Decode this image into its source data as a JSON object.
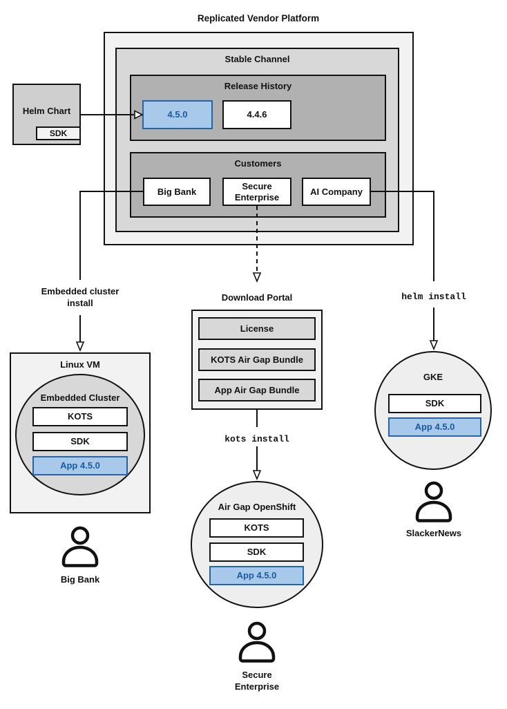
{
  "title": "Replicated Vendor Platform",
  "platform": {
    "channel_label": "Stable Channel",
    "release_history": {
      "label": "Release History",
      "releases": [
        {
          "version": "4.5.0",
          "highlighted": true
        },
        {
          "version": "4.4.6",
          "highlighted": false
        }
      ]
    },
    "customers": {
      "label": "Customers",
      "items": [
        {
          "name": "Big Bank"
        },
        {
          "name": "Secure Enterprise"
        },
        {
          "name": "AI Company"
        }
      ]
    }
  },
  "helm_chart": {
    "label": "Helm Chart",
    "sdk_label": "SDK"
  },
  "branches": {
    "embedded": {
      "install_label": "Embedded cluster install",
      "vm_label": "Linux VM",
      "cluster": {
        "label": "Embedded Cluster",
        "components": [
          "KOTS",
          "SDK"
        ],
        "app": "App 4.5.0"
      },
      "user": "Big Bank"
    },
    "airgap": {
      "portal": {
        "label": "Download Portal",
        "items": [
          "License",
          "KOTS Air Gap Bundle",
          "App Air Gap Bundle"
        ]
      },
      "install_label": "kots install",
      "cluster": {
        "label": "Air Gap OpenShift",
        "components": [
          "KOTS",
          "SDK"
        ],
        "app": "App 4.5.0"
      },
      "user": "Secure Enterprise"
    },
    "helm": {
      "install_label": "helm install",
      "cluster": {
        "label": "GKE",
        "components": [
          "SDK"
        ],
        "app": "App 4.5.0"
      },
      "user": "SlackerNews"
    }
  },
  "colors": {
    "outer_fill": "#f2f2f2",
    "channel_fill": "#d8d8d8",
    "section_fill": "#b1b1b1",
    "circle_fill": "#eeeeee",
    "highlight_fill": "#a9c9ea",
    "highlight_border": "#2264a5",
    "highlight_text": "#1a5a9e",
    "line_color": "#111111"
  }
}
